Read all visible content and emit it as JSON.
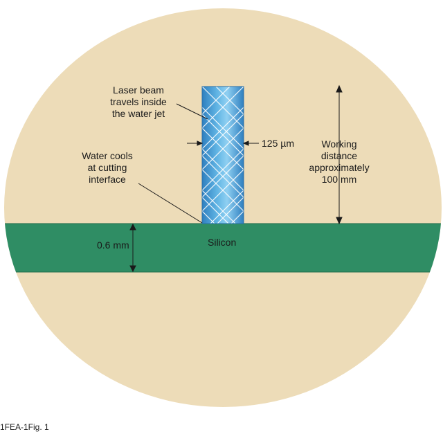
{
  "labels": {
    "laser_beam": [
      "Laser beam",
      "travels inside",
      "the water jet"
    ],
    "water_cools": [
      "Water cools",
      "at cutting",
      "interface"
    ],
    "jet_width": "125 µm",
    "working_distance": [
      "Working",
      "distance",
      "approximately",
      "100 mm"
    ],
    "thickness": "0.6 mm",
    "material": "Silicon"
  },
  "caption": "1FEA-1Fig. 1",
  "colors": {
    "background_ellipse": "#eddcb8",
    "silicon_layer": "#2f8d64",
    "water_jet": "#3f95cf",
    "water_jet_highlight": "#8fd0f2",
    "beam_lines": "#ffffff",
    "leader_lines": "#1a1a1a"
  }
}
